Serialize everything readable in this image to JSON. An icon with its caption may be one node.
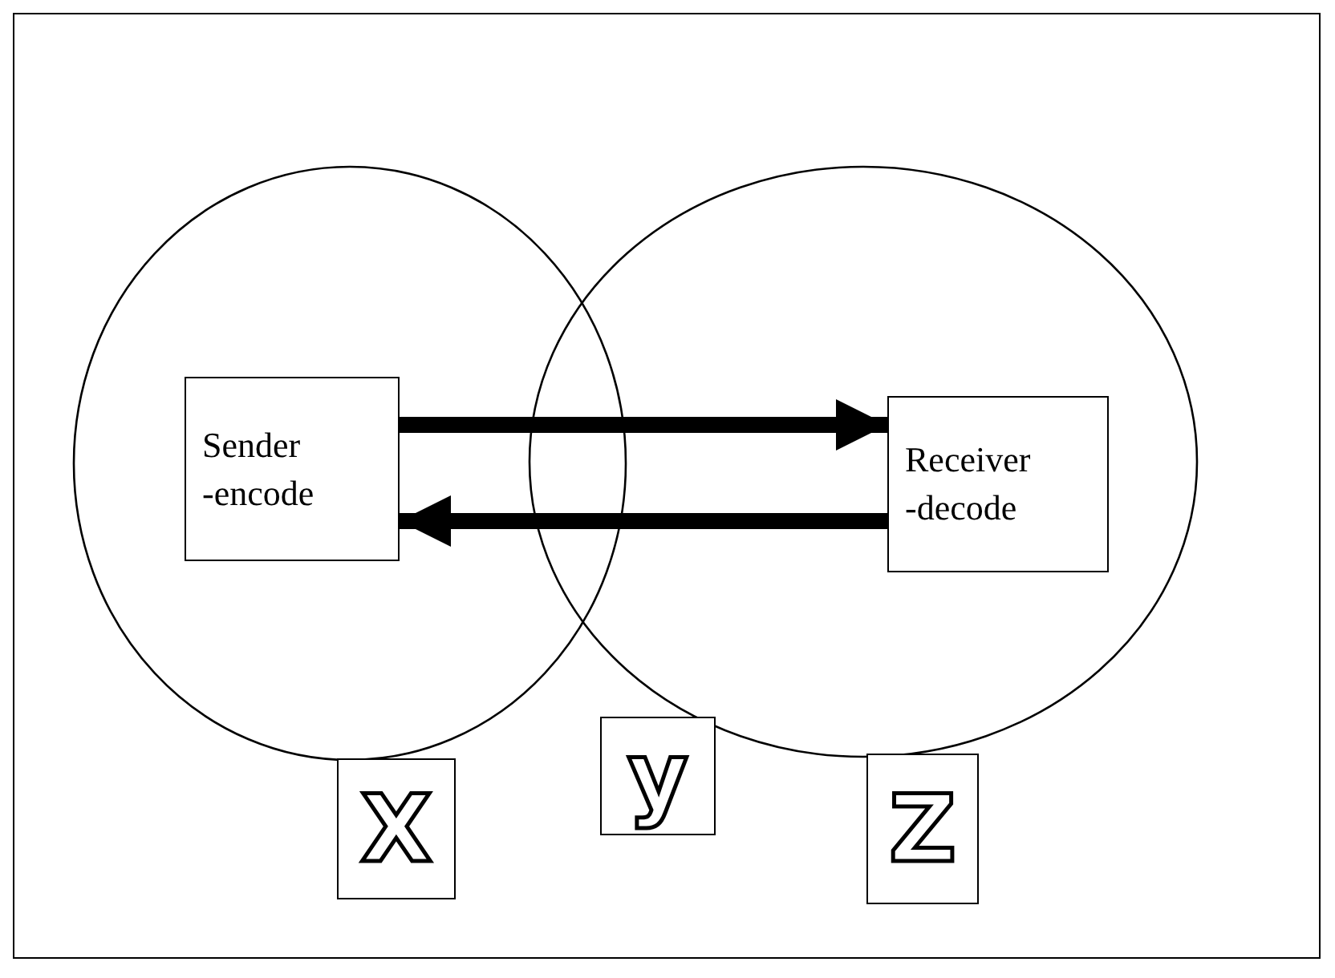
{
  "diagram": {
    "nodes": [
      {
        "text": [],
        "shape": "circle"
      },
      {
        "text": [],
        "shape": "circle"
      },
      {
        "text": [
          "Sender -encode"
        ],
        "in": 0
      },
      {
        "text": [
          "Receiver -decode"
        ],
        "in": 1
      },
      {
        "text": [
          "X"
        ]
      },
      {
        "text": [
          "y"
        ]
      },
      {
        "text": [
          "Z"
        ]
      }
    ],
    "edges": [
      {
        "from": 2,
        "to": 3,
        "arrow": "to"
      },
      {
        "from": 3,
        "to": 2,
        "arrow": "to"
      }
    ]
  }
}
